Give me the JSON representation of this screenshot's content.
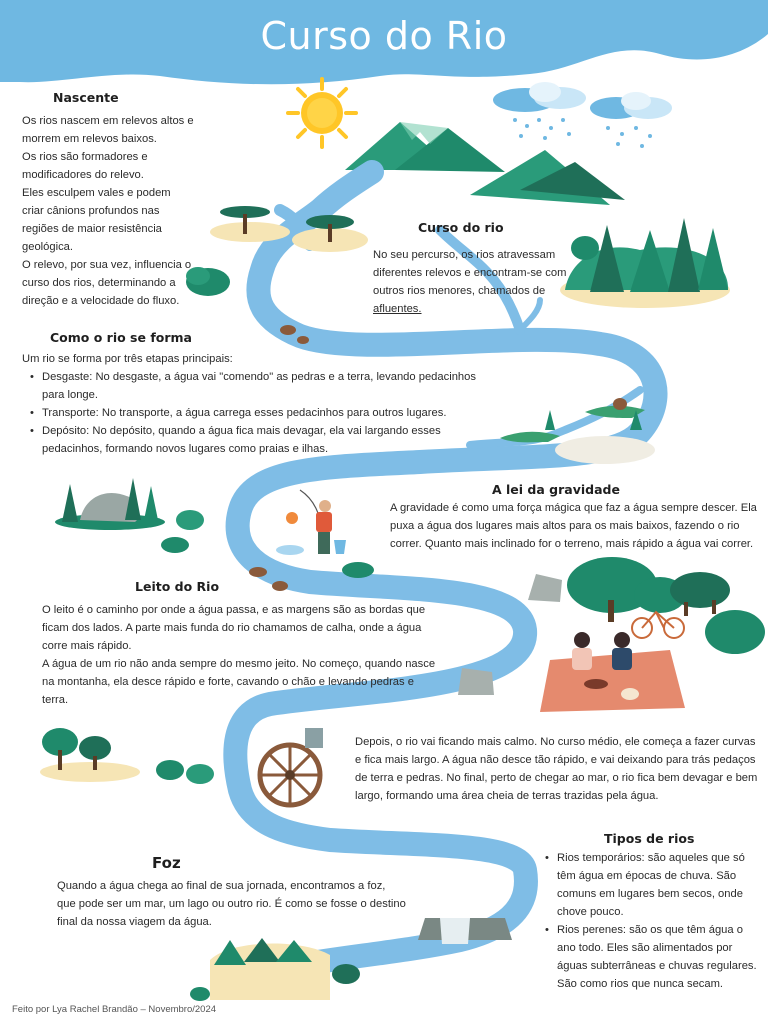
{
  "title": "Curso do Rio",
  "colors": {
    "river": "#7fbde6",
    "header": "#6fb8e2",
    "tree": "#1f8a6b",
    "mountain": "#2a9b7a",
    "sand": "#f6e5b5",
    "sun": "#ffc627"
  },
  "nascente": {
    "heading": "Nascente",
    "lines": [
      "Os rios nascem em relevos altos e morrem em relevos baixos.",
      "Os rios são formadores e modificadores do relevo.",
      "Eles esculpem vales e podem criar cânions profundos nas regiões de maior resistência geológica.",
      "O relevo, por sua vez, influencia o curso dos rios, determinando a direção e a velocidade do fluxo."
    ]
  },
  "curso": {
    "heading": "Curso do rio",
    "text": "No seu percurso, os rios atravessam diferentes relevos e encontram-se com outros rios menores, chamados de",
    "link": "afluentes."
  },
  "forma": {
    "heading": "Como o rio se forma",
    "intro": "Um rio se forma por três etapas principais:",
    "items": [
      "Desgaste: No desgaste, a água vai \"comendo\" as pedras e a terra, levando pedacinhos para longe.",
      "Transporte: No transporte, a água carrega esses pedacinhos para outros lugares.",
      "Depósito:  No depósito, quando a água fica mais devagar, ela vai largando esses pedacinhos, formando novos lugares como praias e ilhas."
    ]
  },
  "gravidade": {
    "heading": "A lei da gravidade",
    "text": "A gravidade é como uma força mágica que faz a água sempre descer. Ela puxa a água dos lugares mais altos para os mais baixos, fazendo o rio correr. Quanto mais inclinado for o terreno, mais rápido a água vai correr."
  },
  "leito": {
    "heading": "Leito do Rio",
    "p1": "O leito é o caminho por onde a água passa, e as margens são as bordas que ficam dos lados. A parte mais funda do rio chamamos de calha, onde a água corre mais rápido.",
    "p2": "A água de um rio não anda sempre do mesmo jeito. No começo, quando nasce na montanha, ela desce rápido e forte, cavando o chão e levando pedras e terra."
  },
  "medio": {
    "text": "Depois, o rio vai ficando mais calmo. No curso médio, ele começa a fazer curvas e fica mais largo. A água não desce tão rápido, e vai deixando para trás pedaços de terra e pedras. No final, perto de chegar ao mar, o rio fica bem devagar e bem largo, formando uma área cheia de terras trazidas pela água."
  },
  "tipos": {
    "heading": "Tipos de rios",
    "items": [
      "Rios temporários: são aqueles que só têm água em épocas de chuva. São comuns em lugares bem secos, onde chove pouco.",
      " Rios perenes: são os que têm água o ano todo. Eles são alimentados por águas subterrâneas e chuvas regulares. São como rios que nunca secam."
    ]
  },
  "foz": {
    "heading": "Foz",
    "text": "Quando a água chega ao final de sua jornada, encontramos a foz, que pode ser um mar, um lago ou outro rio. É como se fosse o destino final da nossa viagem da água."
  },
  "credit": "Feito por Lya Rachel Brandão – Novembro/2024"
}
